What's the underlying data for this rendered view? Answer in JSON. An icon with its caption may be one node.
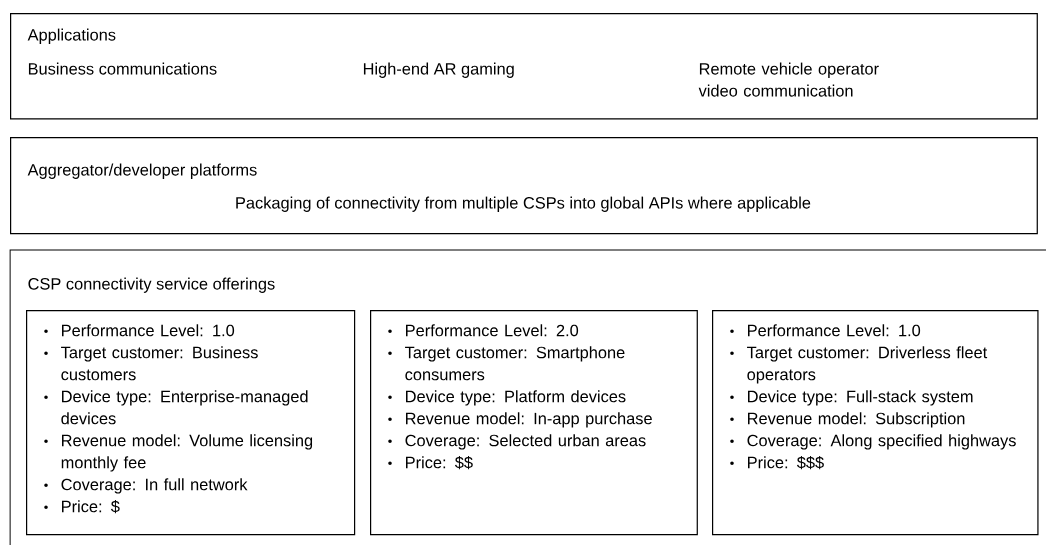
{
  "diagram": {
    "nodes": [
      {
        "text": [
          "Applications",
          "Business communications",
          "High-end AR gaming",
          "Remote vehicle operator video communication"
        ]
      },
      {
        "text": [
          "Aggregator/developer platforms",
          "Packaging of connectivity from multiple CSPs into global APIs where applicable"
        ]
      },
      {
        "text": [
          "CSP connectivity service offerings"
        ]
      },
      {
        "text": [
          "Performance Level: 1.0",
          "Target customer: Business customers",
          "Device type: Enterprise-managed devices",
          "Revenue model: Volume licensing monthly fee",
          "Coverage: In full network",
          "Price: $"
        ],
        "in": 2
      },
      {
        "text": [
          "Performance Level: 2.0",
          "Target customer: Smartphone consumers",
          "Device type: Platform devices",
          "Revenue model: In-app purchase",
          "Coverage: Selected urban areas",
          "Price: $$"
        ],
        "in": 2
      },
      {
        "text": [
          "Performance Level: 1.0",
          "Target customer: Driverless fleet operators",
          "Device type: Full-stack system",
          "Revenue model: Subscription",
          "Coverage: Along specified highways",
          "Price: $$$"
        ],
        "in": 2
      }
    ]
  }
}
